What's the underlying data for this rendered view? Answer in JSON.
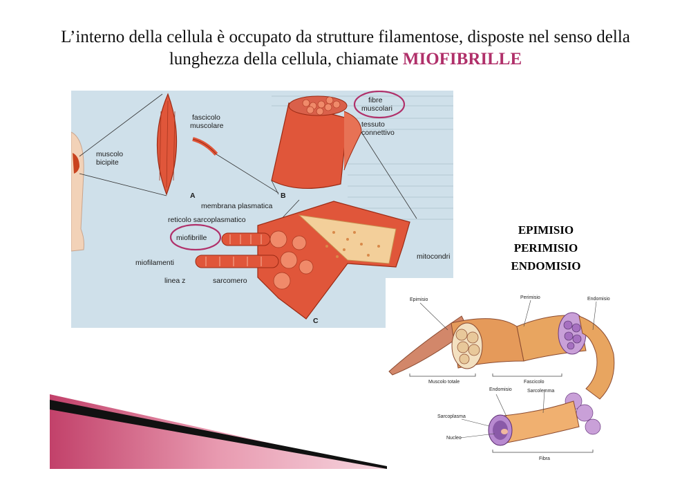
{
  "slide": {
    "title_text": "L’interno della cellula è occupato da strutture filamentose, disposte nel senso della lunghezza della cellula, chiamate",
    "title_highlight": "MIOFIBRILLE",
    "connective_layers": [
      "EPIMISIO",
      "PERIMISIO",
      "ENDOMISIO"
    ]
  },
  "figure_muscle": {
    "labels": {
      "muscolo": "muscolo",
      "bicipite": "bicipite",
      "fascicolo": "fascicolo",
      "muscolare": "muscolare",
      "fibre": "fibre",
      "muscolari": "muscolari",
      "tessuto": "tessuto",
      "connettivo": "connettivo",
      "membrana": "membrana plasmatica",
      "reticolo": "reticolo sarcoplasmatico",
      "miofibrille": "miofibrille",
      "miofilamenti": "miofilamenti",
      "linea_z": "linea z",
      "sarcomero": "sarcomero",
      "mitocondri": "mitocondri",
      "A": "A",
      "B": "B",
      "C": "C"
    }
  },
  "figure_layers": {
    "labels": {
      "epimisio": "Epimisio",
      "perimisio": "Perimisio",
      "endomisio_top": "Endomisio",
      "muscolo_totale": "Muscolo totale",
      "fascicolo": "Fascicolo",
      "endomisio": "Endomisio",
      "sarcolemma": "Sarcolemma",
      "sarcoplasma": "Sarcoplasma",
      "nucleo": "Nucleo",
      "fibra": "Fibra"
    }
  },
  "colors": {
    "accent": "#b0306a",
    "muscle": "#e0563a",
    "muscle_dark": "#b8371f",
    "figure_bg": "#cfe0ea"
  }
}
